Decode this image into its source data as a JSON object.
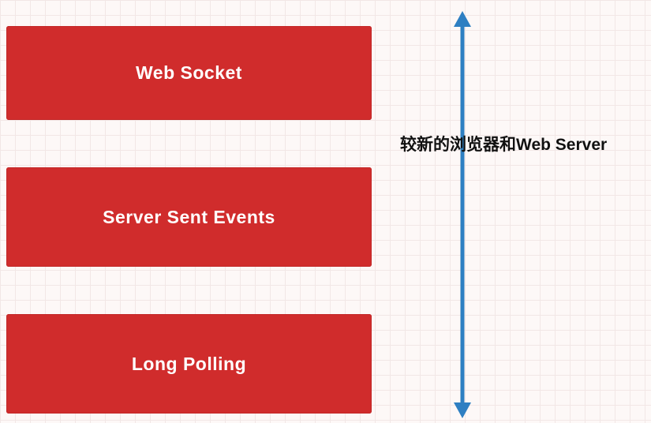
{
  "diagram": {
    "boxes": [
      {
        "label": "Web Socket"
      },
      {
        "label": "Server Sent Events"
      },
      {
        "label": "Long Polling"
      }
    ],
    "annotation": "较新的浏览器和Web Server",
    "colors": {
      "box_fill": "#d02c2c",
      "box_text": "#ffffff",
      "arrow": "#2e7fc2",
      "annotation_text": "#111111",
      "background": "#fdf8f7",
      "grid_line": "#f2e7e6"
    }
  }
}
